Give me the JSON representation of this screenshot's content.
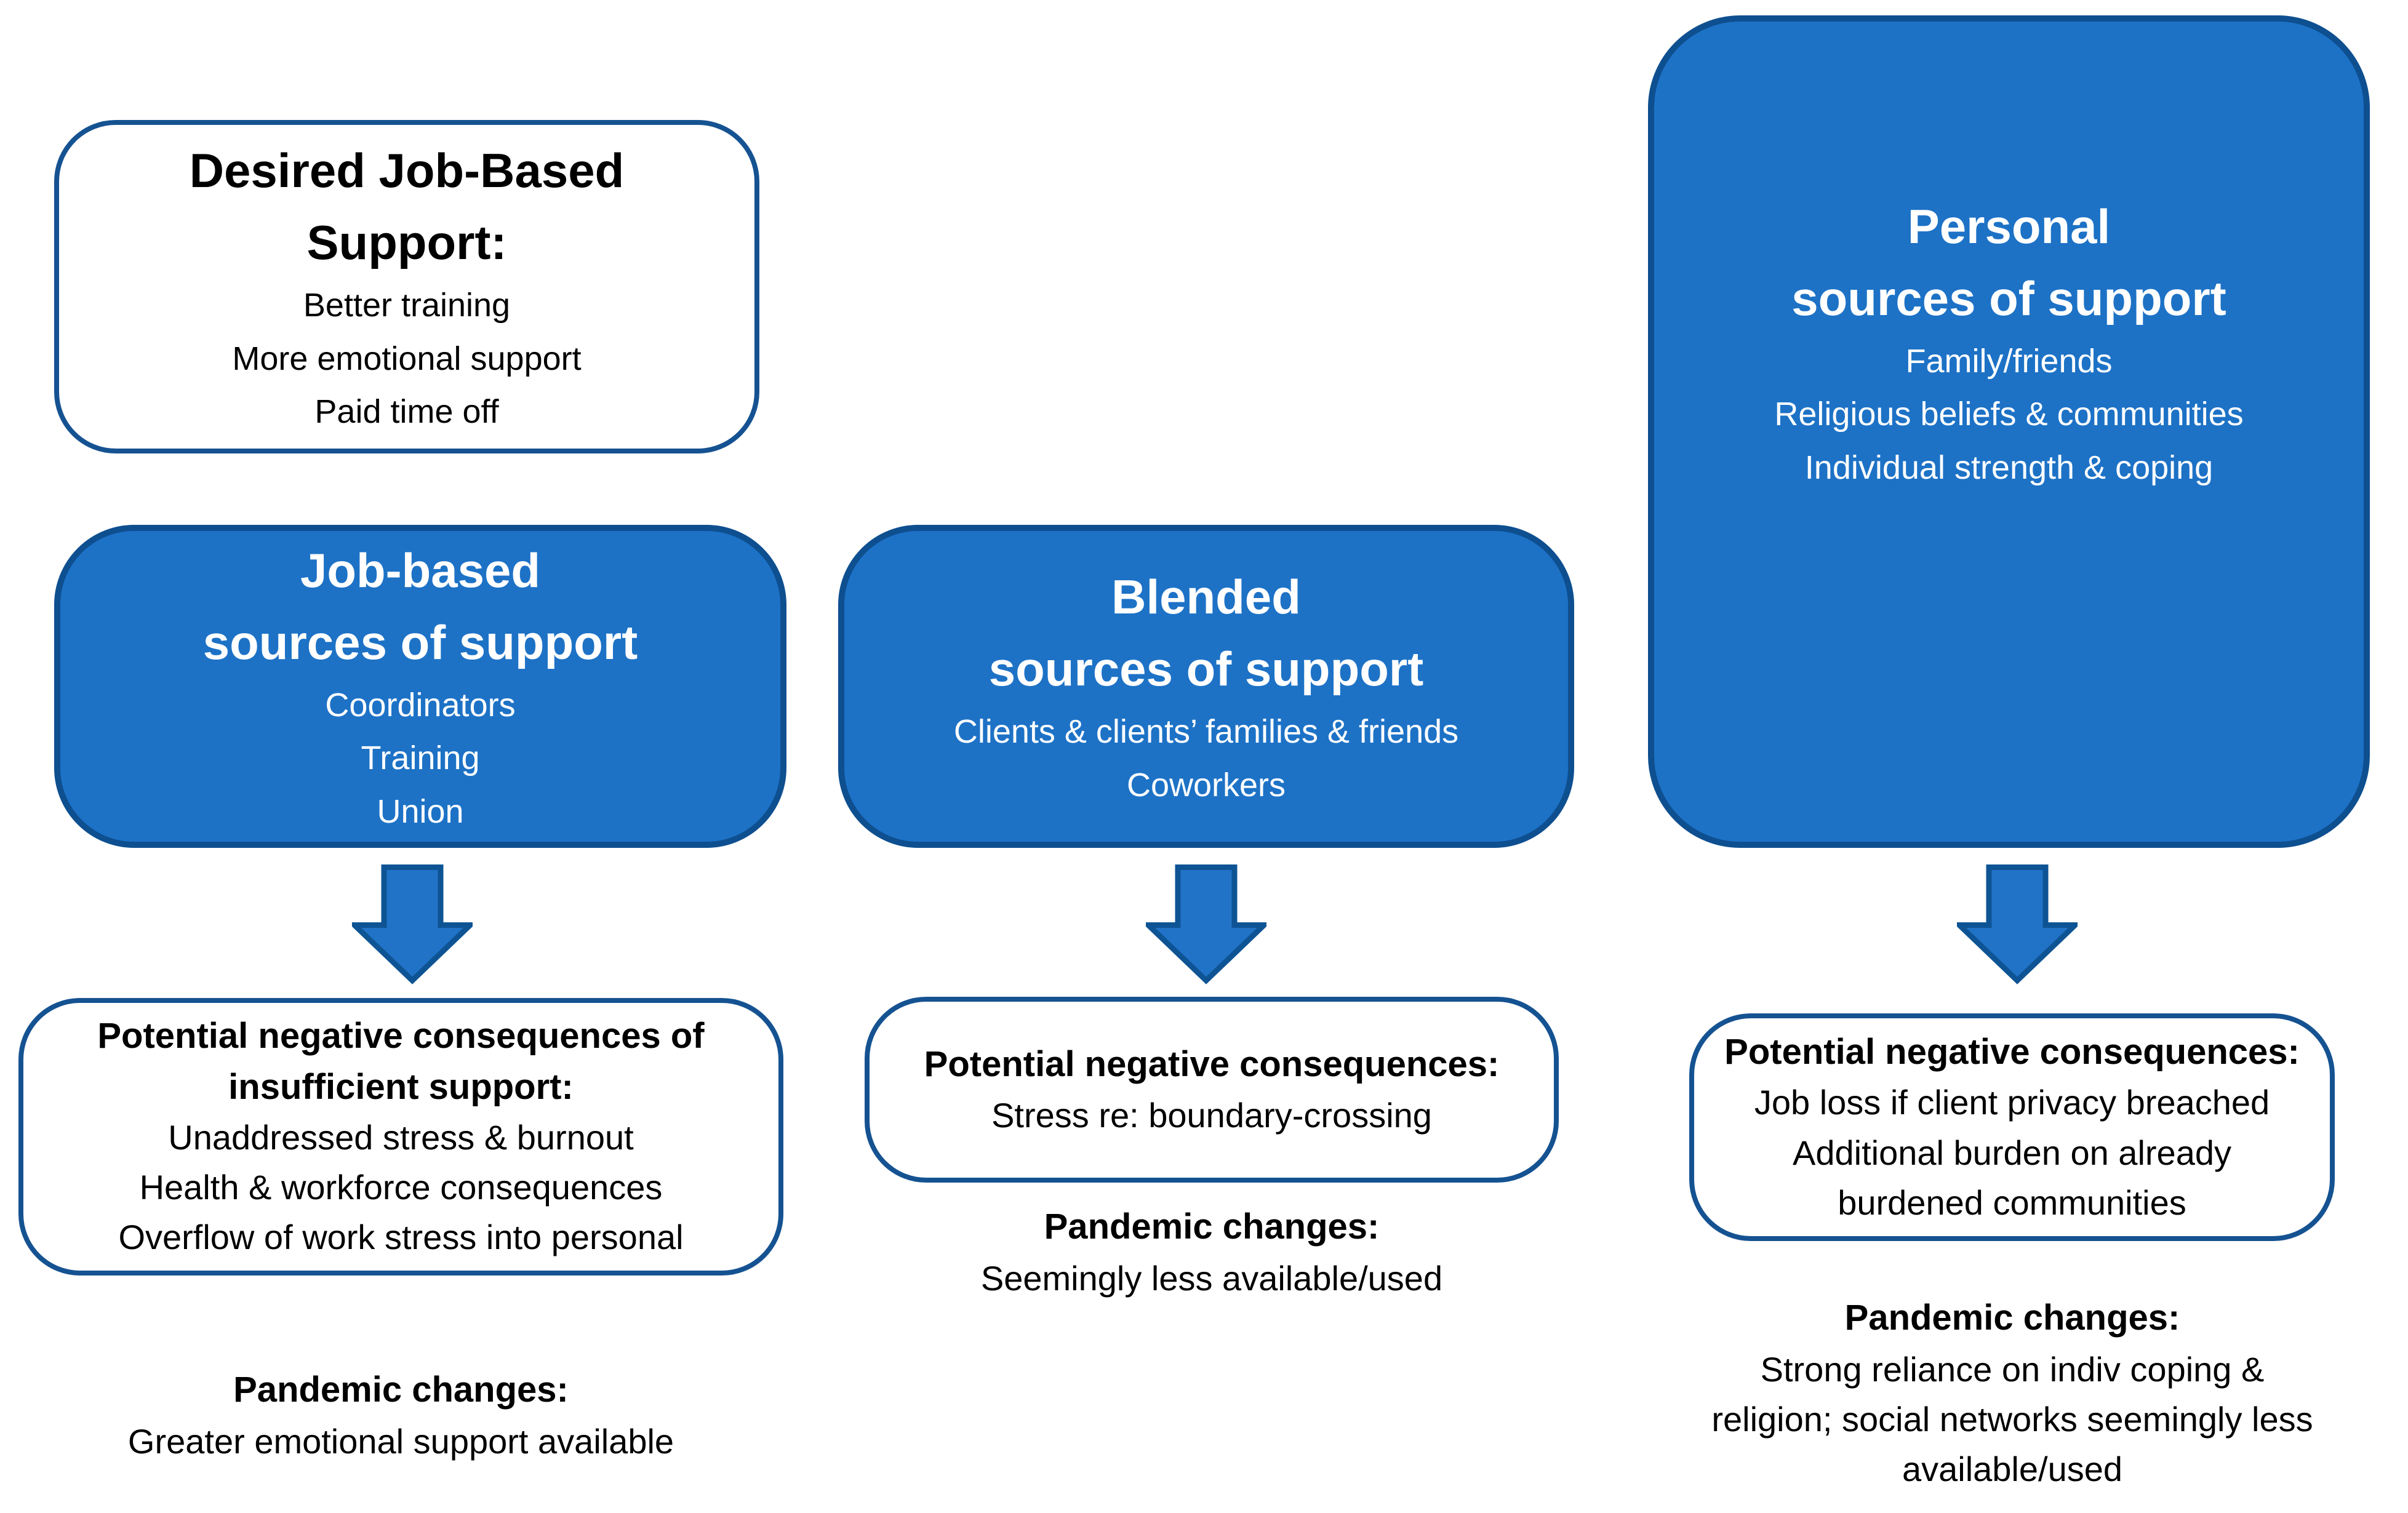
{
  "colors": {
    "blue_fill": "#1d72c6",
    "blue_border": "#0e4f90",
    "white_box_border": "#155291",
    "arrow_fill": "#2173c7",
    "arrow_border": "#0e5494",
    "text_dark": "#000000",
    "text_light": "#ffffff"
  },
  "desired_box": {
    "title": [
      "Desired Job-Based",
      "Support:"
    ],
    "items": [
      "Better training",
      "More emotional support",
      "Paid time off"
    ]
  },
  "job_box": {
    "title": [
      "Job-based",
      "sources of support"
    ],
    "items": [
      "Coordinators",
      "Training",
      "Union"
    ]
  },
  "blended_box": {
    "title": [
      "Blended",
      "sources of support"
    ],
    "items": [
      "Clients & clients’ families & friends",
      "Coworkers"
    ]
  },
  "personal_box": {
    "title": [
      "Personal",
      "sources of support"
    ],
    "items": [
      "Family/friends",
      "Religious beliefs & communities",
      "Individual strength & coping"
    ]
  },
  "job_consequences": {
    "title": [
      "Potential negative consequences of",
      "insufficient support:"
    ],
    "items": [
      "Unaddressed stress & burnout",
      "Health & workforce consequences",
      "Overflow of work stress into personal"
    ]
  },
  "blended_consequences": {
    "title": [
      "Potential negative consequences:"
    ],
    "items": [
      "Stress re: boundary-crossing"
    ]
  },
  "personal_consequences": {
    "title": [
      "Potential negative consequences:"
    ],
    "items": [
      "Job loss if client privacy breached",
      "Additional burden on already",
      "burdened communities"
    ]
  },
  "job_pandemic": {
    "label": "Pandemic changes:",
    "lines": [
      "Greater emotional support available"
    ]
  },
  "blended_pandemic": {
    "label": "Pandemic changes:",
    "lines": [
      "Seemingly less available/used"
    ]
  },
  "personal_pandemic": {
    "label": "Pandemic changes:",
    "lines": [
      "Strong reliance on indiv coping &",
      "religion; social networks seemingly less",
      "available/used"
    ]
  }
}
